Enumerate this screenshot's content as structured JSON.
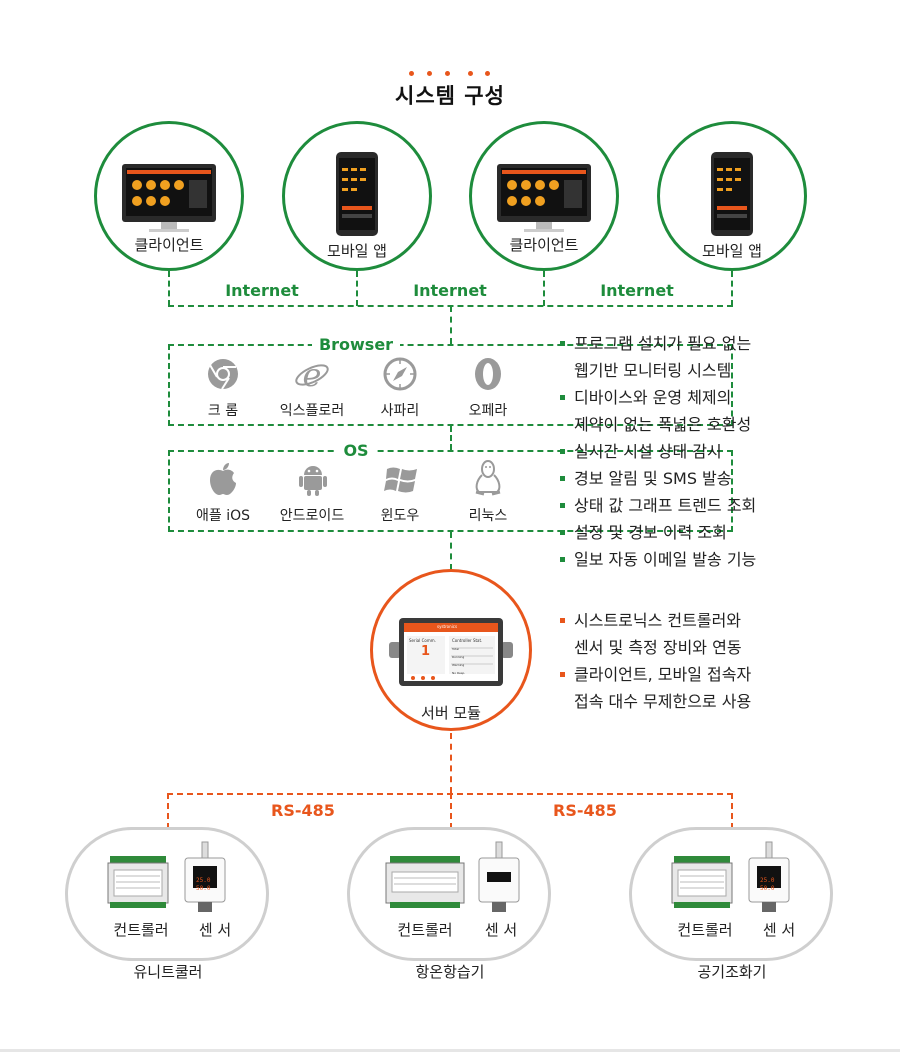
{
  "title": "시스템 구성",
  "clients": [
    {
      "label": "클라이언트",
      "icon": "monitor-icon"
    },
    {
      "label": "모바일 앱",
      "icon": "mobile-phone-icon"
    },
    {
      "label": "클라이언트",
      "icon": "monitor-icon"
    },
    {
      "label": "모바일 앱",
      "icon": "mobile-phone-icon"
    }
  ],
  "internet_labels": [
    "Internet",
    "Internet",
    "Internet"
  ],
  "browser": {
    "title": "Browser",
    "items": [
      {
        "label": "크 롬",
        "icon": "chrome-icon"
      },
      {
        "label": "익스플로러",
        "icon": "internet-explorer-icon"
      },
      {
        "label": "사파리",
        "icon": "safari-icon"
      },
      {
        "label": "오페라",
        "icon": "opera-icon"
      }
    ]
  },
  "os": {
    "title": "OS",
    "items": [
      {
        "label": "애플 iOS",
        "icon": "apple-icon"
      },
      {
        "label": "안드로이드",
        "icon": "android-icon"
      },
      {
        "label": "윈도우",
        "icon": "windows-icon"
      },
      {
        "label": "리눅스",
        "icon": "linux-icon"
      }
    ]
  },
  "features": [
    [
      "프로그램 설치가 필요 없는",
      "웹기반 모니터링 시스템"
    ],
    [
      "디바이스와 운영 체제의",
      "제약이 없는 폭넓은 호환성"
    ],
    [
      "실시간 시설 상태 감시"
    ],
    [
      "경보 알림 및 SMS 발송"
    ],
    [
      "상태 값 그래프 트렌드 조회"
    ],
    [
      "설정 및 경보 이력 조회"
    ],
    [
      "일보 자동 이메일 발송 기능"
    ]
  ],
  "server": {
    "label": "서버 모듈",
    "screen": {
      "brand": "systronics",
      "left_title": "Serial Comm.",
      "big_number": "1",
      "right_title": "Controller Stat.",
      "rows": [
        "Total",
        "Running",
        "Warning",
        "No Resp."
      ]
    },
    "features": [
      [
        "시스트로닉스 컨트롤러와",
        "센서 및 측정 장비와 연동"
      ],
      [
        "클라이언트, 모바일 접속자",
        "접속 대수 무제한으로 사용"
      ]
    ]
  },
  "rs485_labels": [
    "RS-485",
    "RS-485"
  ],
  "devices": [
    {
      "controller_label": "컨트롤러",
      "sensor_label": "센 서",
      "name": "유니트쿨러",
      "sensor_readings": [
        "25.0",
        "50.0"
      ]
    },
    {
      "controller_label": "컨트롤러",
      "sensor_label": "센 서",
      "name": "항온항습기",
      "sensor_readings": [
        "",
        ""
      ]
    },
    {
      "controller_label": "컨트롤러",
      "sensor_label": "센 서",
      "name": "공기조화기",
      "sensor_readings": [
        "25.0",
        "50.0"
      ]
    }
  ],
  "colors": {
    "green": "#1e8c3c",
    "orange": "#e8561c",
    "gray": "#cfcfcf"
  }
}
